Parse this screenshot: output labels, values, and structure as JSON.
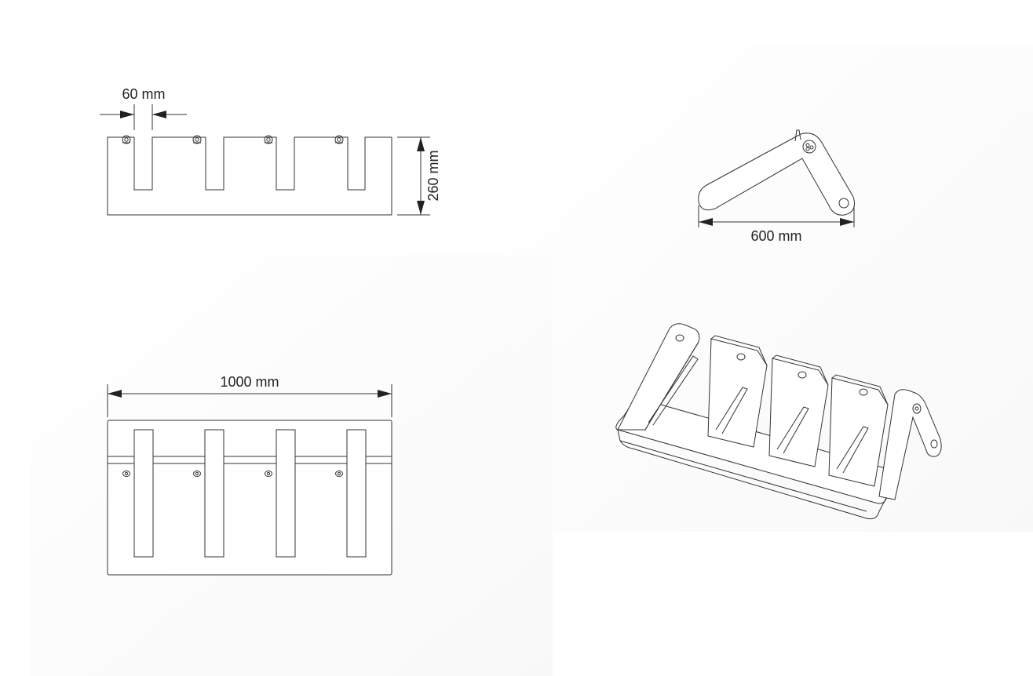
{
  "colors": {
    "background": "#ffffff",
    "panel_shade": "#f7f7f7",
    "line": "#333333",
    "arrow": "#222222"
  },
  "front_view": {
    "slot_width_label": "60 mm",
    "height_label": "260 mm"
  },
  "side_view": {
    "depth_label": "600 mm"
  },
  "top_view": {
    "length_label": "1000 mm"
  },
  "isometric_view": {}
}
